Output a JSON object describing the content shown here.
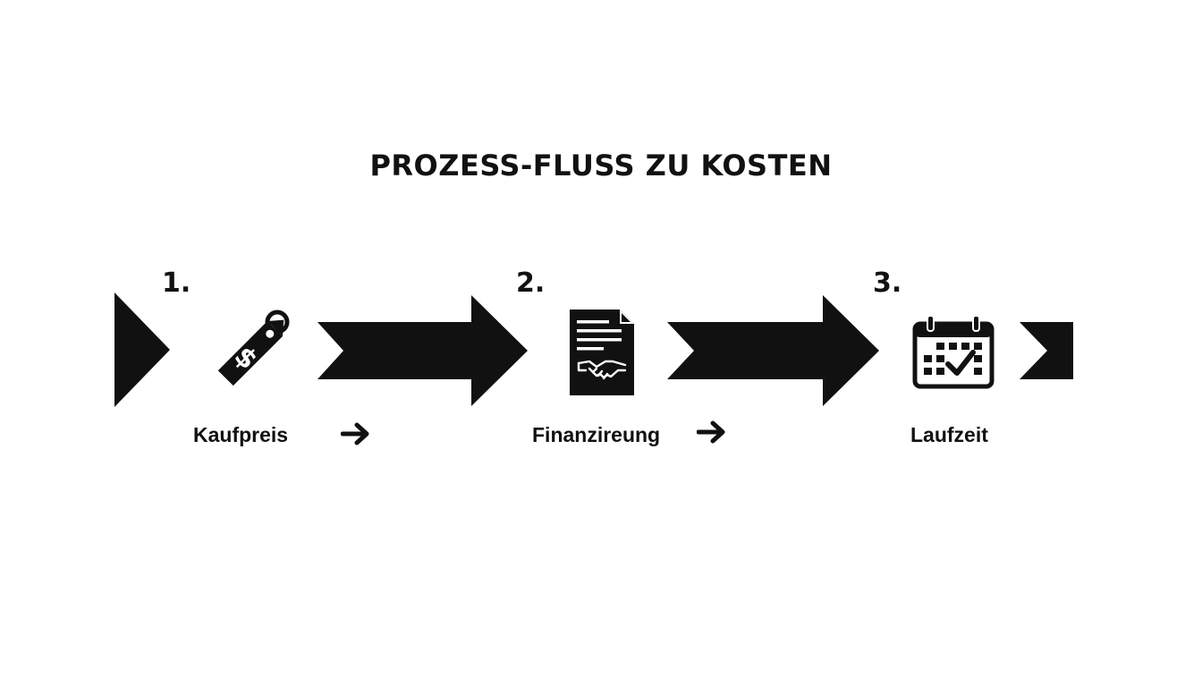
{
  "title": "PROZESS-FLUSS ZU KOSTEN",
  "steps": [
    {
      "number": "1.",
      "label": "Kaufpreis",
      "icon": "price-tag-dollar-icon"
    },
    {
      "number": "2.",
      "label": "Finanzireung",
      "icon": "contract-handshake-icon"
    },
    {
      "number": "3.",
      "label": "Laufzeit",
      "icon": "calendar-check-icon"
    }
  ],
  "colors": {
    "foreground": "#111111",
    "background": "#ffffff"
  }
}
